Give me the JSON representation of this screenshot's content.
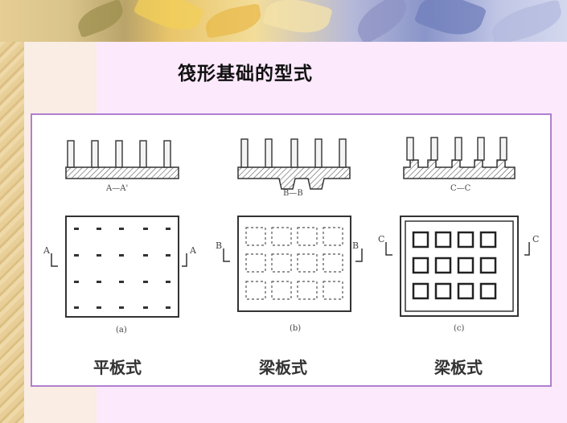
{
  "slide": {
    "title": "筏形基础的型式",
    "figures": [
      {
        "section_label": "A—A'",
        "left_marker": "A",
        "right_marker": "A",
        "sub_label": "(a)",
        "caption": "平板式"
      },
      {
        "section_label": "B—B",
        "left_marker": "B",
        "right_marker": "B",
        "sub_label": "(b)",
        "caption": "梁板式"
      },
      {
        "section_label": "C—C",
        "left_marker": "C",
        "right_marker": "C",
        "sub_label": "(c)",
        "caption": "梁板式"
      }
    ]
  },
  "colors": {
    "panel_border": "#b07fd0",
    "background": "#fce9fc"
  }
}
